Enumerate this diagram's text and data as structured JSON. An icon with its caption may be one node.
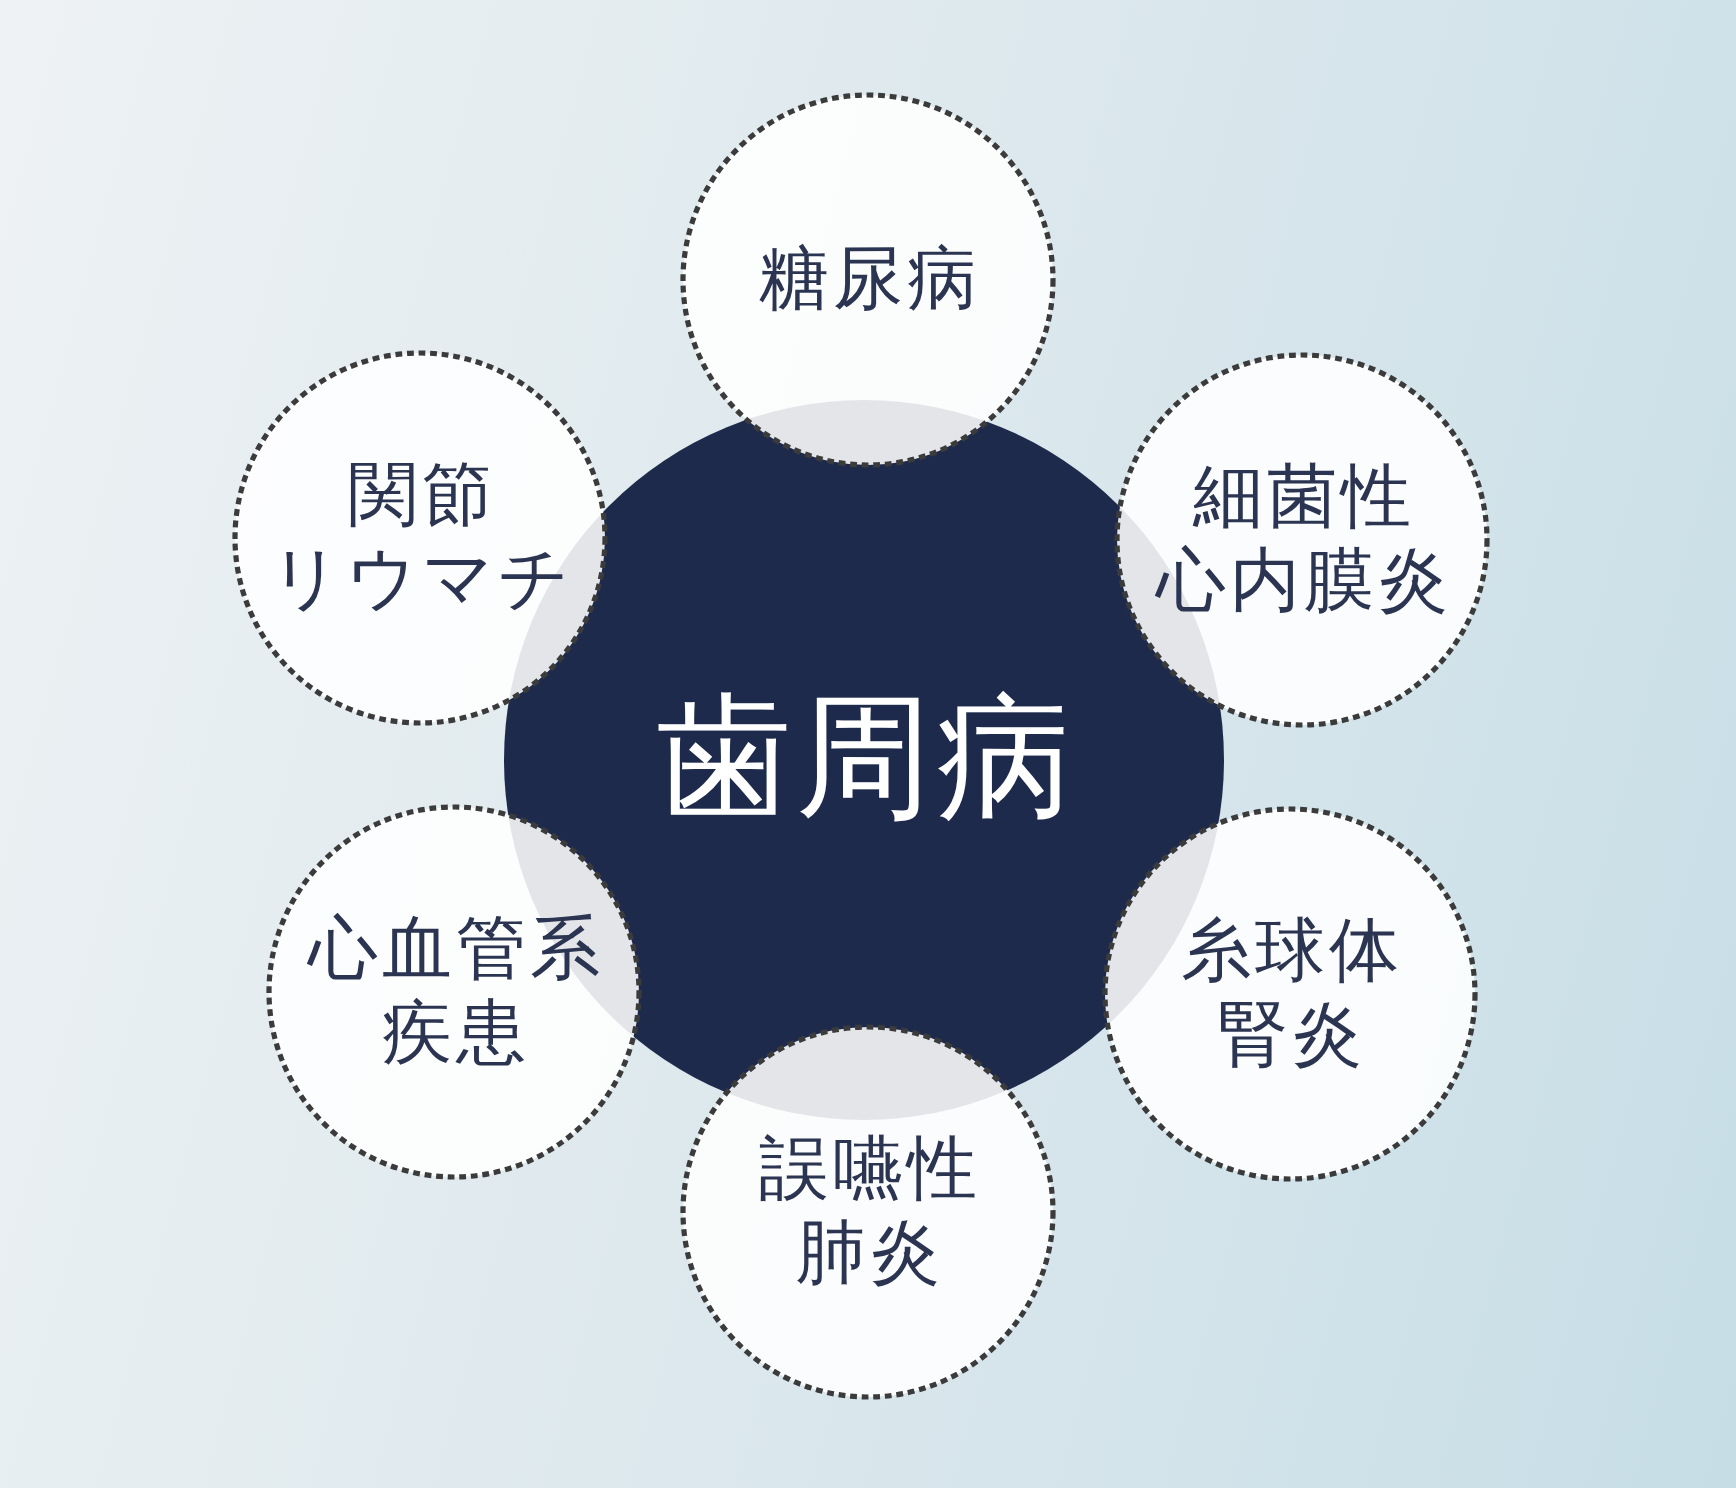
{
  "diagram": {
    "nodes": [
      {
        "text": [
          "歯周病"
        ]
      },
      {
        "text": [
          "糖尿病"
        ]
      },
      {
        "text": [
          "細菌性心内膜炎"
        ]
      },
      {
        "text": [
          "糸球体腎炎"
        ]
      },
      {
        "text": [
          "誤嚥性肺炎"
        ]
      },
      {
        "text": [
          "心血管系疾患"
        ]
      },
      {
        "text": [
          "関節リウマチ"
        ]
      }
    ]
  }
}
